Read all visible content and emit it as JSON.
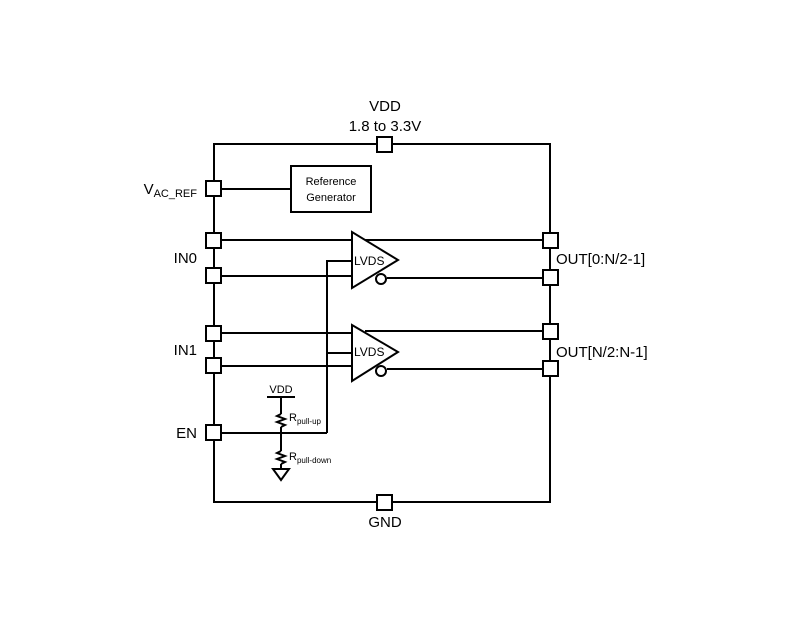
{
  "supply": {
    "name": "VDD",
    "range": "1.8 to 3.3V"
  },
  "ground": "GND",
  "vac_ref": {
    "main": "V",
    "sub": "AC_REF"
  },
  "reference_block": {
    "line1": "Reference",
    "line2": "Generator"
  },
  "inputs": [
    "IN0",
    "IN1"
  ],
  "enable": "EN",
  "buffers": [
    "LVDS",
    "LVDS"
  ],
  "outputs": [
    "OUT[0:N/2-1]",
    "OUT[N/2:N-1]"
  ],
  "bias": {
    "vdd": "VDD",
    "pullup": {
      "main": "R",
      "sub": "pull-up"
    },
    "pulldown": {
      "main": "R",
      "sub": "pull-down"
    }
  },
  "colors": {
    "line": "#000000",
    "background": "#ffffff"
  }
}
